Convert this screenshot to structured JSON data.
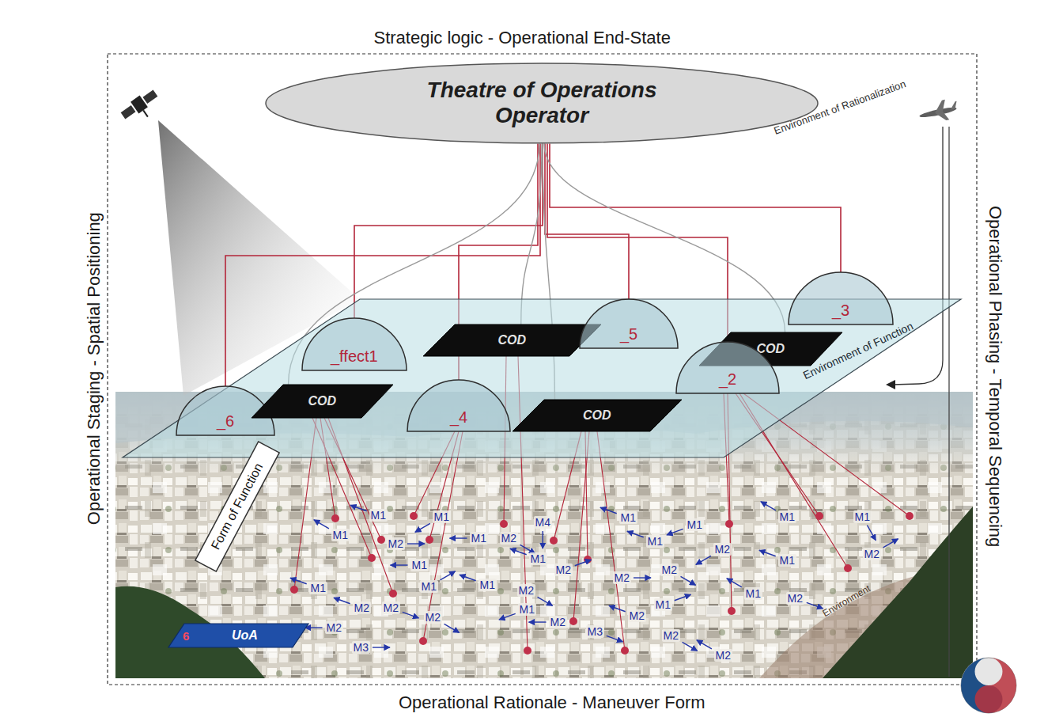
{
  "diagram": {
    "nodes": [
      {
        "text": [
          "Theatre of Operations Operator"
        ]
      },
      {
        "text": [
          "Environment of Function"
        ]
      },
      {
        "text": [
          "_3"
        ],
        "in": 1
      },
      {
        "text": [
          "_ffect1"
        ],
        "in": 1
      },
      {
        "text": [
          "COD"
        ],
        "in": 1
      },
      {
        "text": [
          "_5"
        ],
        "in": 1
      },
      {
        "text": [
          "COD"
        ],
        "in": 1
      },
      {
        "text": [
          "_2"
        ],
        "in": 1
      },
      {
        "text": [
          "_6"
        ],
        "in": 1
      },
      {
        "text": [
          "COD"
        ],
        "in": 1
      },
      {
        "text": [
          "_4"
        ],
        "in": 1
      },
      {
        "text": [
          "COD"
        ],
        "in": 1
      },
      {
        "text": [
          "Form of Function"
        ]
      },
      {
        "text": [
          "6",
          "UoA"
        ]
      }
    ],
    "edges": [
      {
        "from": 0,
        "to": 8,
        "arrow": "none"
      },
      {
        "from": 0,
        "to": 3,
        "arrow": "none"
      },
      {
        "from": 0,
        "to": 10,
        "arrow": "none"
      },
      {
        "from": 0,
        "to": 5,
        "arrow": "none"
      },
      {
        "from": 0,
        "to": 7,
        "arrow": "none"
      },
      {
        "from": 0,
        "to": 2,
        "arrow": "none"
      },
      {
        "from": 0,
        "to": 4,
        "arrow": "none"
      },
      {
        "from": 0,
        "to": 6,
        "arrow": "none"
      },
      {
        "from": 0,
        "to": 9,
        "arrow": "none"
      },
      {
        "from": 0,
        "to": 11,
        "arrow": "none"
      }
    ],
    "labels": [
      "Strategic logic - Operational End-State",
      "Operational Staging - Spatial Positioning",
      "Operational Phasing - Temporal Sequencing",
      "Environment of Rationalization",
      "Environment",
      "M1",
      "M1",
      "M4",
      "M1",
      "M1",
      "M1",
      "M1",
      "M2",
      "M1",
      "M2",
      "M1",
      "M2",
      "M1",
      "M2",
      "M1",
      "M1",
      "M2",
      "M1",
      "M2",
      "M1",
      "M1",
      "M1",
      "M2",
      "M2",
      "M1",
      "M2",
      "M2",
      "M2",
      "M1",
      "M2",
      "M2",
      "M2",
      "M1",
      "M3",
      "M2",
      "M3",
      "M2",
      "M2",
      "Operational Rationale - Maneuver Form"
    ]
  }
}
